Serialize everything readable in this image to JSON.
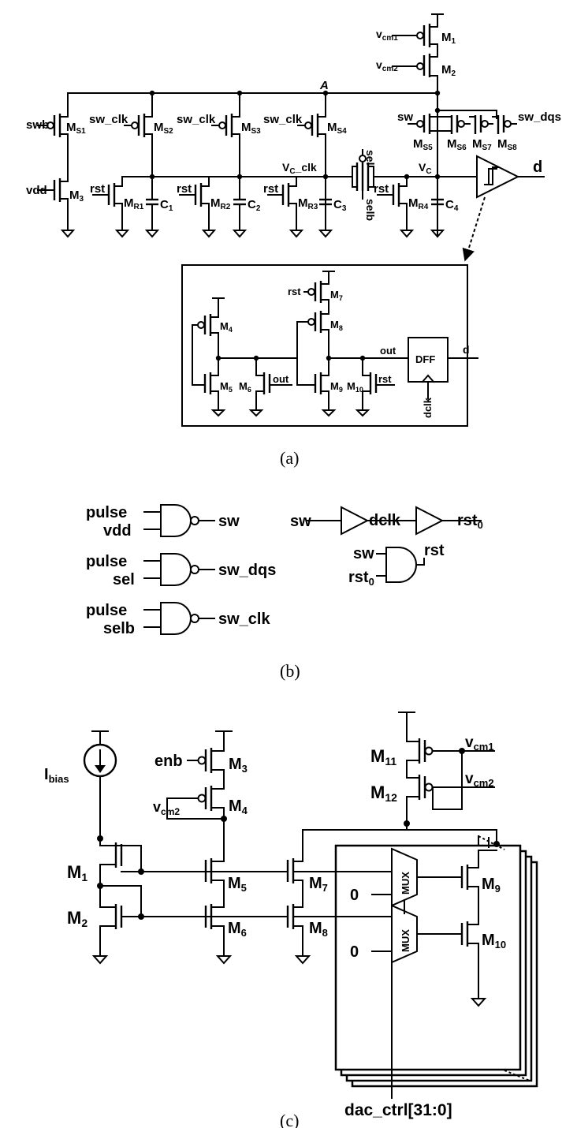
{
  "captions": {
    "a": "(a)",
    "b": "(b)",
    "c": "(c)"
  },
  "fig_a": {
    "vcm1": "v",
    "vcm1_sub": "cm1",
    "vcm2": "v",
    "vcm2_sub": "cm2",
    "m1": "M",
    "m1_sub": "1",
    "m2": "M",
    "m2_sub": "2",
    "node_a": "A",
    "sw": "sw",
    "sw_dqs": "sw_dqs",
    "swb": "swb",
    "sw_clk": "sw_clk",
    "vdd": "vdd",
    "rst": "rst",
    "ms1": "M",
    "ms1_sub": "S1",
    "ms2": "M",
    "ms2_sub": "S2",
    "ms3": "M",
    "ms3_sub": "S3",
    "ms4": "M",
    "ms4_sub": "S4",
    "ms5": "M",
    "ms5_sub": "S5",
    "ms6": "M",
    "ms6_sub": "S6",
    "ms7": "M",
    "ms7_sub": "S7",
    "ms8": "M",
    "ms8_sub": "S8",
    "m3": "M",
    "m3_sub": "3",
    "mr1": "M",
    "mr1_sub": "R1",
    "mr2": "M",
    "mr2_sub": "R2",
    "mr3": "M",
    "mr3_sub": "R3",
    "mr4": "M",
    "mr4_sub": "R4",
    "c1": "C",
    "c1_sub": "1",
    "c2": "C",
    "c2_sub": "2",
    "c3": "C",
    "c3_sub": "3",
    "c4": "C",
    "c4_sub": "4",
    "vc_clk": "V",
    "vc_clk_sub": "C",
    "vc_clk_tail": "_clk",
    "vc": "V",
    "vc_sub": "C",
    "sel": "sel",
    "selb": "selb",
    "d": "d"
  },
  "inset": {
    "rst": "rst",
    "m7": "M",
    "m7_sub": "7",
    "m8": "M",
    "m8_sub": "8",
    "m4": "M",
    "m4_sub": "4",
    "m5": "M",
    "m5_sub": "5",
    "m6": "M",
    "m6_sub": "6",
    "m9": "M",
    "m9_sub": "9",
    "m10": "M",
    "m10_sub": "10",
    "out": "out",
    "dff": "DFF",
    "d": "d",
    "dclk": "dclk"
  },
  "fig_b": {
    "pulse": "pulse",
    "vdd": "vdd",
    "sel": "sel",
    "selb": "selb",
    "sw": "sw",
    "sw_dqs": "sw_dqs",
    "sw_clk": "sw_clk",
    "dclk": "dclk",
    "rst0": "rst",
    "rst0_sub": "0",
    "rst": "rst"
  },
  "fig_c": {
    "ibias": "I",
    "ibias_sub": "bias",
    "enb": "enb",
    "vcm2": "v",
    "vcm2_sub": "cm2",
    "vcm1": "v",
    "vcm1_sub": "cm1",
    "m1": "M",
    "m1_sub": "1",
    "m2": "M",
    "m2_sub": "2",
    "m3": "M",
    "m3_sub": "3",
    "m4": "M",
    "m4_sub": "4",
    "m5": "M",
    "m5_sub": "5",
    "m6": "M",
    "m6_sub": "6",
    "m7": "M",
    "m7_sub": "7",
    "m8": "M",
    "m8_sub": "8",
    "m9": "M",
    "m9_sub": "9",
    "m10": "M",
    "m10_sub": "10",
    "m11": "M",
    "m11_sub": "11",
    "m12": "M",
    "m12_sub": "12",
    "mux": "MUX",
    "zero": "0",
    "dac_ctrl": "dac_ctrl[31:0]"
  }
}
